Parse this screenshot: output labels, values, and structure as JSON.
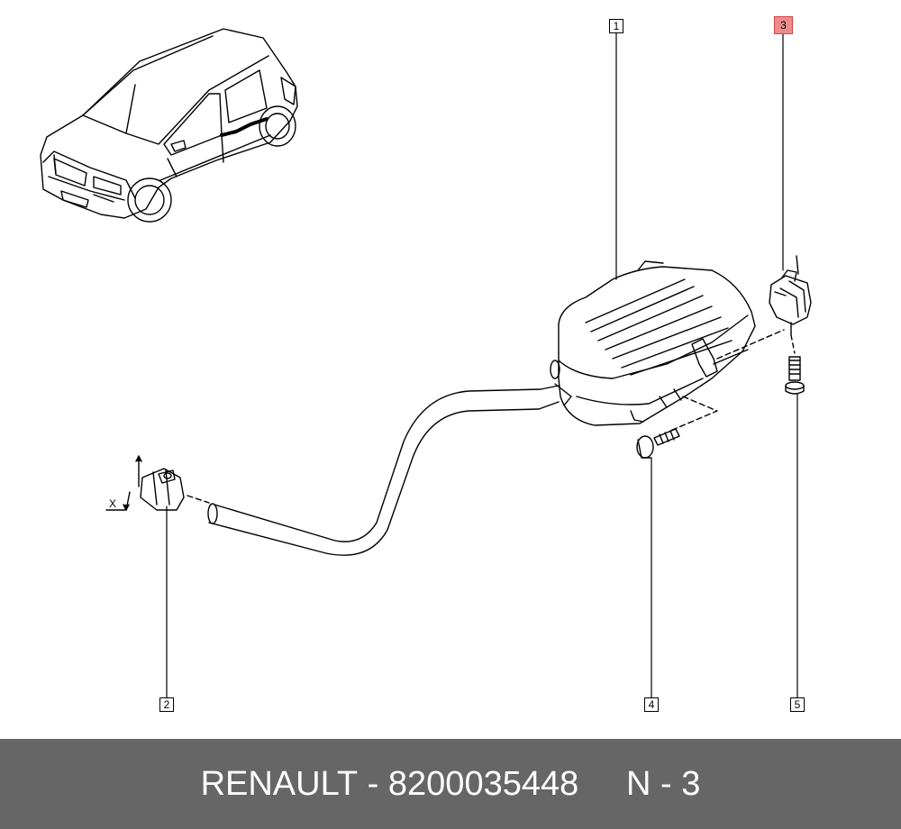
{
  "callouts": [
    {
      "id": "1",
      "highlighted": false
    },
    {
      "id": "2",
      "highlighted": false
    },
    {
      "id": "3",
      "highlighted": true
    },
    {
      "id": "4",
      "highlighted": false
    },
    {
      "id": "5",
      "highlighted": false
    }
  ],
  "axis_label": "X",
  "footer": {
    "brand": "RENAULT",
    "separator": " - ",
    "part_number": "8200035448",
    "gap": "     ",
    "ref": "N - 3"
  },
  "colors": {
    "highlight": "#ee8b8b",
    "footer_bg": "#666666",
    "footer_text": "#ffffff"
  }
}
